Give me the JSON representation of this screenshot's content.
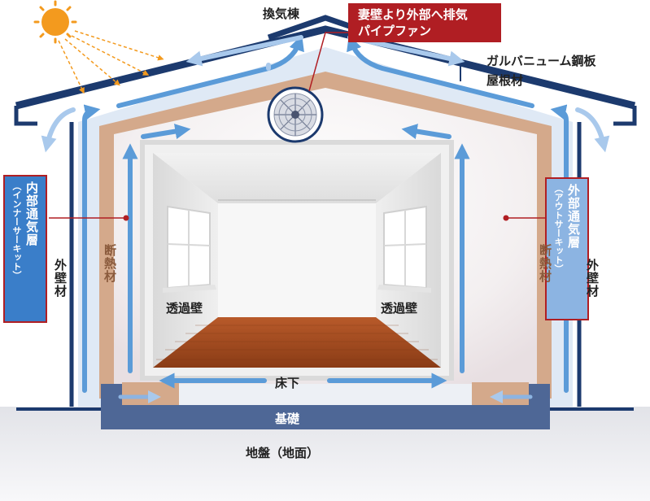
{
  "labels": {
    "ridge_vent": "換気棟",
    "fan_note_1": "妻壁より外部へ排気",
    "fan_note_2": "パイプファン",
    "roof_line1": "ガルバニューム鋼板",
    "roof_line2": "屋根材",
    "inner_layer_title": "内部通気層",
    "inner_layer_sub": "（インナーサーキット）",
    "outer_layer_title": "外部通気層",
    "outer_layer_sub": "（アウトサーキット）",
    "exterior_wall_left": "外壁材",
    "exterior_wall_right": "外壁材",
    "insulation_left": "断熱材",
    "insulation_right": "断熱材",
    "trans_wall_left": "透過壁",
    "trans_wall_right": "透過壁",
    "underfloor": "床下",
    "foundation": "基礎",
    "ground": "地盤（地面）"
  },
  "colors": {
    "roof_navy": "#1c3a6e",
    "arrow_blue": "#5b9bd8",
    "arrow_light": "#a9c9ec",
    "insulation_tan": "#d4a98b",
    "foundation_blue": "#4e6796",
    "callout_red": "#b01e23",
    "inner_box": "#3a7ec9",
    "outer_box": "#8cb4e2",
    "floor_wood": "#a04e22",
    "sun_orange": "#f39a1e"
  },
  "icons": [
    "sun-icon",
    "pipe-fan-icon"
  ]
}
